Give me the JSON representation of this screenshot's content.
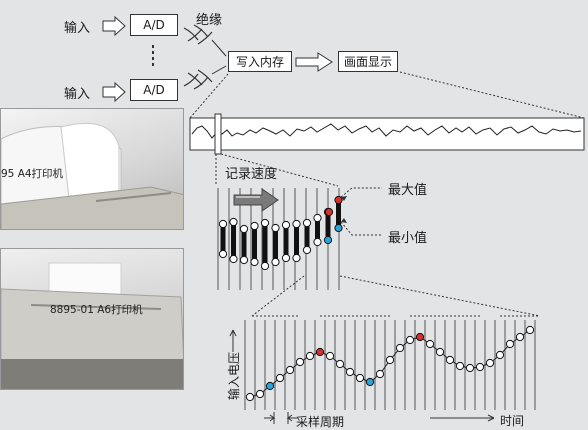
{
  "labels": {
    "input_1": "输入",
    "input_2": "输入",
    "ad_1": "A/D",
    "ad_2": "A/D",
    "isolation": "绝缘",
    "write_memory": "写入内存",
    "display": "画面显示",
    "record_speed": "记录速度",
    "max_value": "最大值",
    "min_value": "最小值",
    "sampling_period": "采样周期",
    "time": "时间",
    "input_voltage": "输入电压"
  },
  "printers": {
    "a4_label": "95 A4打印机",
    "a6_label": "8895-01 A6打印机"
  },
  "colors": {
    "max_marker": "#d9302c",
    "min_marker": "#27a6dd",
    "background": "#e3e4e6"
  }
}
